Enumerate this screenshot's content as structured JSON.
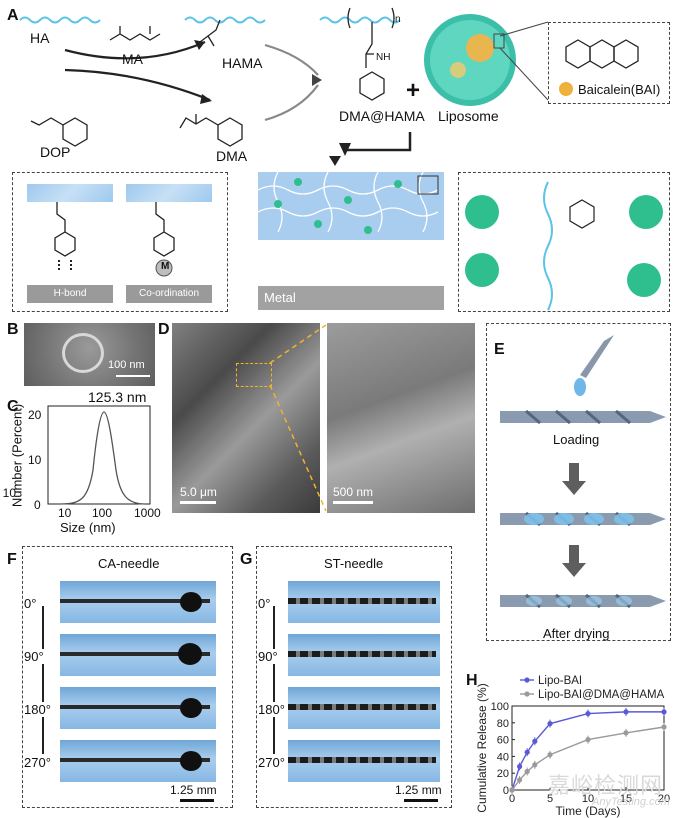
{
  "panels": {
    "A": {
      "label": "A",
      "compounds": {
        "ha": "HA",
        "ma": "MA",
        "hama": "HAMA",
        "dop": "DOP",
        "dma": "DMA",
        "dma_hama": "DMA@HAMA",
        "liposome": "Liposome",
        "baicalein": "Baicalein(BAI)",
        "subscript_n": "n",
        "nh": "NH",
        "plus": "+"
      },
      "detail_left": {
        "hbond": "H-bond",
        "coordination": "Co-ordination",
        "metal_ion": "M"
      },
      "metal": "Metal"
    },
    "B": {
      "label": "B",
      "scale": "100 nm"
    },
    "C": {
      "label": "C",
      "peak": "125.3 nm",
      "ylabel": "Number (Percent)",
      "xlabel": "Size (nm)",
      "xticks": [
        "10",
        "100",
        "1000"
      ],
      "yticks": [
        "0",
        "10",
        "20"
      ]
    },
    "D": {
      "label": "D",
      "scale_left": "5.0 μm",
      "scale_right": "500 nm"
    },
    "E": {
      "label": "E",
      "step1": "Loading",
      "step2": "After drying"
    },
    "F": {
      "label": "F",
      "title": "CA-needle",
      "angles": [
        "0°",
        "90°",
        "180°",
        "270°"
      ],
      "scale": "1.25 mm"
    },
    "G": {
      "label": "G",
      "title": "ST-needle",
      "angles": [
        "0°",
        "90°",
        "180°",
        "270°"
      ],
      "scale": "1.25 mm"
    },
    "H": {
      "label": "H"
    }
  },
  "chart_data": {
    "type": "line",
    "x": [
      0,
      1,
      2,
      3,
      5,
      10,
      15,
      20
    ],
    "series": [
      {
        "name": "Lipo-BAI",
        "values": [
          0,
          28,
          45,
          58,
          79,
          91,
          93,
          93
        ],
        "color": "#5a5ad6"
      },
      {
        "name": "Lipo-BAI@DMA@HAMA",
        "values": [
          0,
          12,
          22,
          30,
          42,
          60,
          68,
          75
        ],
        "color": "#9a9a9a"
      }
    ],
    "xlabel": "Time (Days)",
    "ylabel": "Cumulative Release (%)",
    "xlim": [
      0,
      20
    ],
    "ylim": [
      0,
      100
    ],
    "xticks": [
      0,
      5,
      10,
      15,
      20
    ],
    "yticks": [
      0,
      20,
      40,
      60,
      80,
      100
    ],
    "legend": "top-left"
  },
  "watermark": {
    "cn": "嘉峪检测网",
    "en": "AnyTesting.com"
  }
}
